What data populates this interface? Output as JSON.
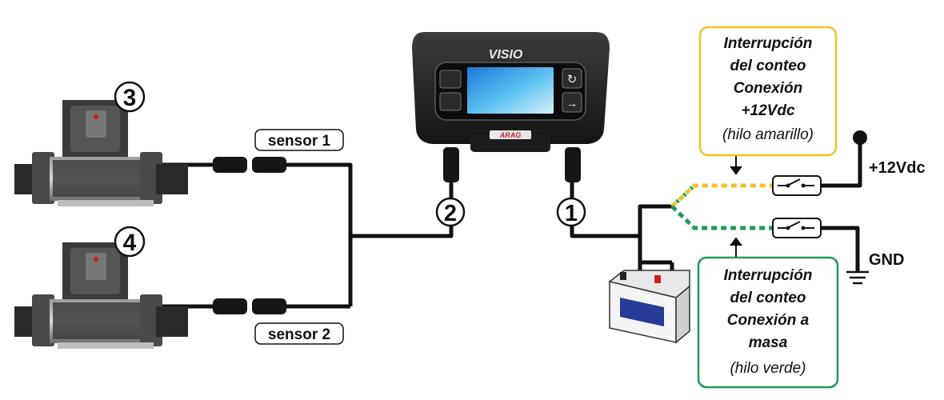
{
  "device": {
    "brand": "VISIO",
    "logo": "ARAG"
  },
  "sensor_labels": {
    "sensor1": "sensor 1",
    "sensor2": "sensor 2"
  },
  "markers": {
    "m1": "1",
    "m2": "2",
    "m3": "3",
    "m4": "4"
  },
  "terminals": {
    "v12": "+12Vdc",
    "gnd": "GND"
  },
  "yellow_box": {
    "line1": "Interrupción",
    "line2": "del conteo",
    "line3": "Conexión",
    "line4": "+12Vdc",
    "line5": "(hilo amarillo)"
  },
  "green_box": {
    "line1": "Interrupción",
    "line2": "del conteo",
    "line3": "Conexión a",
    "line4": "masa",
    "line5": "(hilo verde)"
  },
  "colors": {
    "yellow": "#f2c228",
    "green": "#1e9a55",
    "cable": "#111111",
    "screen": "#2a9ee8",
    "battery_red": "#d22020",
    "battery_blue": "#263c96"
  }
}
